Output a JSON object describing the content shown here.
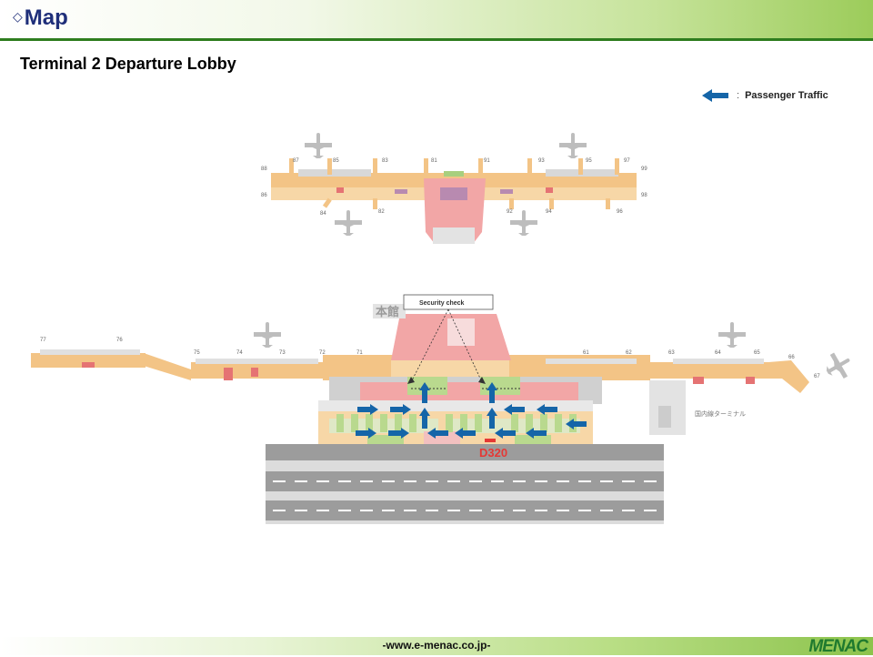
{
  "header": {
    "title": "Map",
    "title_marker": "◇"
  },
  "subtitle": "Terminal 2 Departure Lobby",
  "legend": {
    "separator": ":",
    "label": "Passenger Traffic"
  },
  "map": {
    "security_label": "Security check",
    "main_building_label": "本館",
    "domestic_terminal_label": "国内線ターミナル",
    "location_label": "D320",
    "upper_gates": [
      "88",
      "87",
      "85",
      "83",
      "81",
      "91",
      "93",
      "95",
      "97",
      "99",
      "86",
      "84",
      "82",
      "92",
      "94",
      "96",
      "98"
    ],
    "lower_gates": [
      "77",
      "76",
      "75",
      "74",
      "73",
      "72",
      "71",
      "61",
      "62",
      "63",
      "64",
      "65",
      "66",
      "67"
    ],
    "colors": {
      "concourse": "#f3c486",
      "restricted": "#f2a6a6",
      "checkin": "#b9d98e",
      "arrow": "#1565a8",
      "marker": "#e53935",
      "road": "#9c9c9c"
    }
  },
  "footer": {
    "url": "-www.e-menac.co.jp-",
    "logo": "MENAC"
  }
}
